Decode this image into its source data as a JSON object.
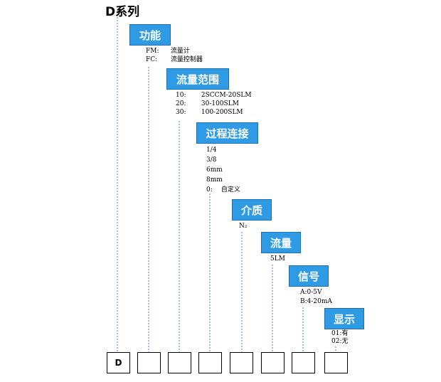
{
  "title": "D系列",
  "segments": [
    {
      "label": "功能",
      "options": [
        {
          "code": "FM:",
          "desc": "流量计"
        },
        {
          "code": "FC:",
          "desc": "流量控制器"
        }
      ]
    },
    {
      "label": "流量范围",
      "options": [
        {
          "code": "10:",
          "desc": "2SCCM-20SLM"
        },
        {
          "code": "20:",
          "desc": "30-100SLM"
        },
        {
          "code": "30:",
          "desc": "100-200SLM"
        }
      ]
    },
    {
      "label": "过程连接",
      "options": [
        {
          "code": "1/4",
          "desc": ""
        },
        {
          "code": "3/8",
          "desc": ""
        },
        {
          "code": "6mm",
          "desc": ""
        },
        {
          "code": "8mm",
          "desc": ""
        },
        {
          "code": "0:",
          "desc": "自定义"
        }
      ]
    },
    {
      "label": "介质",
      "options": [
        {
          "code": "N₂",
          "desc": ""
        }
      ]
    },
    {
      "label": "流量",
      "options": [
        {
          "code": "5LM",
          "desc": ""
        }
      ]
    },
    {
      "label": "信号",
      "options": [
        {
          "code": "A:0-5V",
          "desc": ""
        },
        {
          "code": "B:4-20mA",
          "desc": ""
        }
      ]
    },
    {
      "label": "显示",
      "options": [
        {
          "code": "01:有",
          "desc": ""
        },
        {
          "code": "02:无",
          "desc": ""
        }
      ]
    }
  ],
  "code_boxes": [
    "D",
    "",
    "",
    "",
    "",
    "",
    "",
    ""
  ],
  "colors": {
    "tag_fill": "#2f9be4",
    "tag_border": "#1f6fb0",
    "guide_line": "#4a7fc1"
  }
}
